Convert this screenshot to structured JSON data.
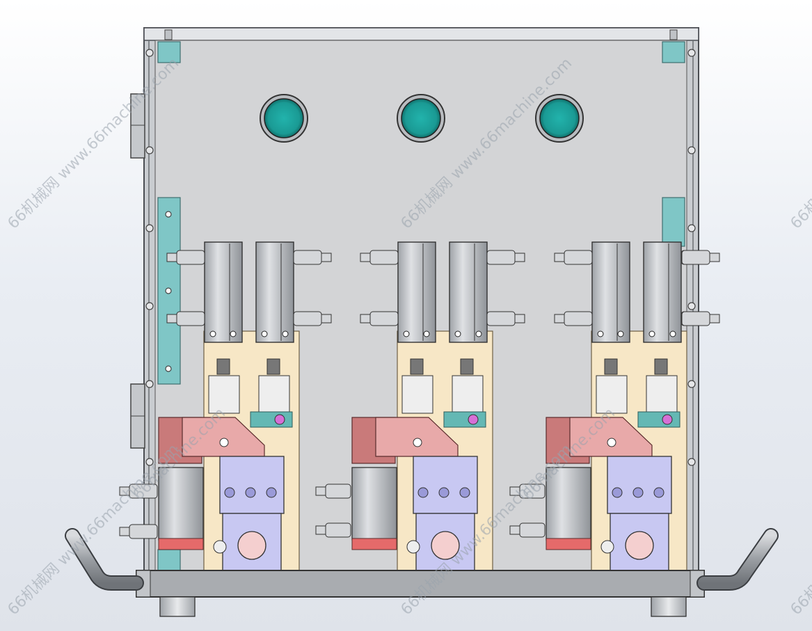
{
  "viewport": {
    "background": "#e4e8ee"
  },
  "watermark": {
    "text": "66机械网 www.66machine.com",
    "overlay_text": "66machine.com"
  },
  "machine": {
    "frame_color": "#bfc3c8",
    "panel_color": "#d3d4d6",
    "teal_color": "#7fc6c6",
    "port_color": "#1fa6a0",
    "base_color": "#a9acb0",
    "station_count": 3,
    "ports": 3
  },
  "station": {
    "plate_color": "#f7e7c6",
    "cylinder_color": "#c9ccd0",
    "clamp_color": "#e8a9a9",
    "clamp_dark": "#c97a7a",
    "valve_color": "#c8c8f2",
    "roller_color": "#f4cfcf",
    "red_block": "#e56a6a",
    "bracket_color": "#64b8b4"
  }
}
